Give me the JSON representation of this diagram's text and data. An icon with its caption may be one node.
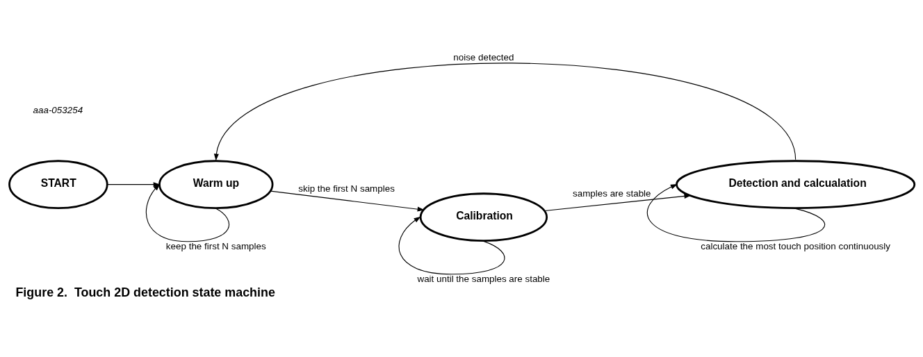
{
  "diagram": {
    "caption": "Figure 2.  Touch 2D detection state machine",
    "nodes": [
      {
        "text": [
          "START"
        ]
      },
      {
        "text": [
          "Warm up"
        ]
      },
      {
        "text": [
          "Calibration"
        ]
      },
      {
        "text": [
          "Detection and calcualation"
        ]
      }
    ],
    "edges": [
      {
        "from": 0,
        "to": 1,
        "arrow": "to"
      },
      {
        "from": 1,
        "to": 1,
        "arrow": "to",
        "label": "keep the first N samples"
      },
      {
        "from": 1,
        "to": 2,
        "arrow": "to",
        "label": "skip the first N samples"
      },
      {
        "from": 2,
        "to": 2,
        "arrow": "to",
        "label": "wait until the samples are stable"
      },
      {
        "from": 2,
        "to": 3,
        "arrow": "to",
        "label": "samples are stable"
      },
      {
        "from": 3,
        "to": 3,
        "arrow": "to",
        "label": "calculate the most touch position continuously"
      },
      {
        "from": 3,
        "to": 1,
        "arrow": "to",
        "label": "noise detected"
      }
    ],
    "labels": [
      "aaa-053254"
    ]
  }
}
